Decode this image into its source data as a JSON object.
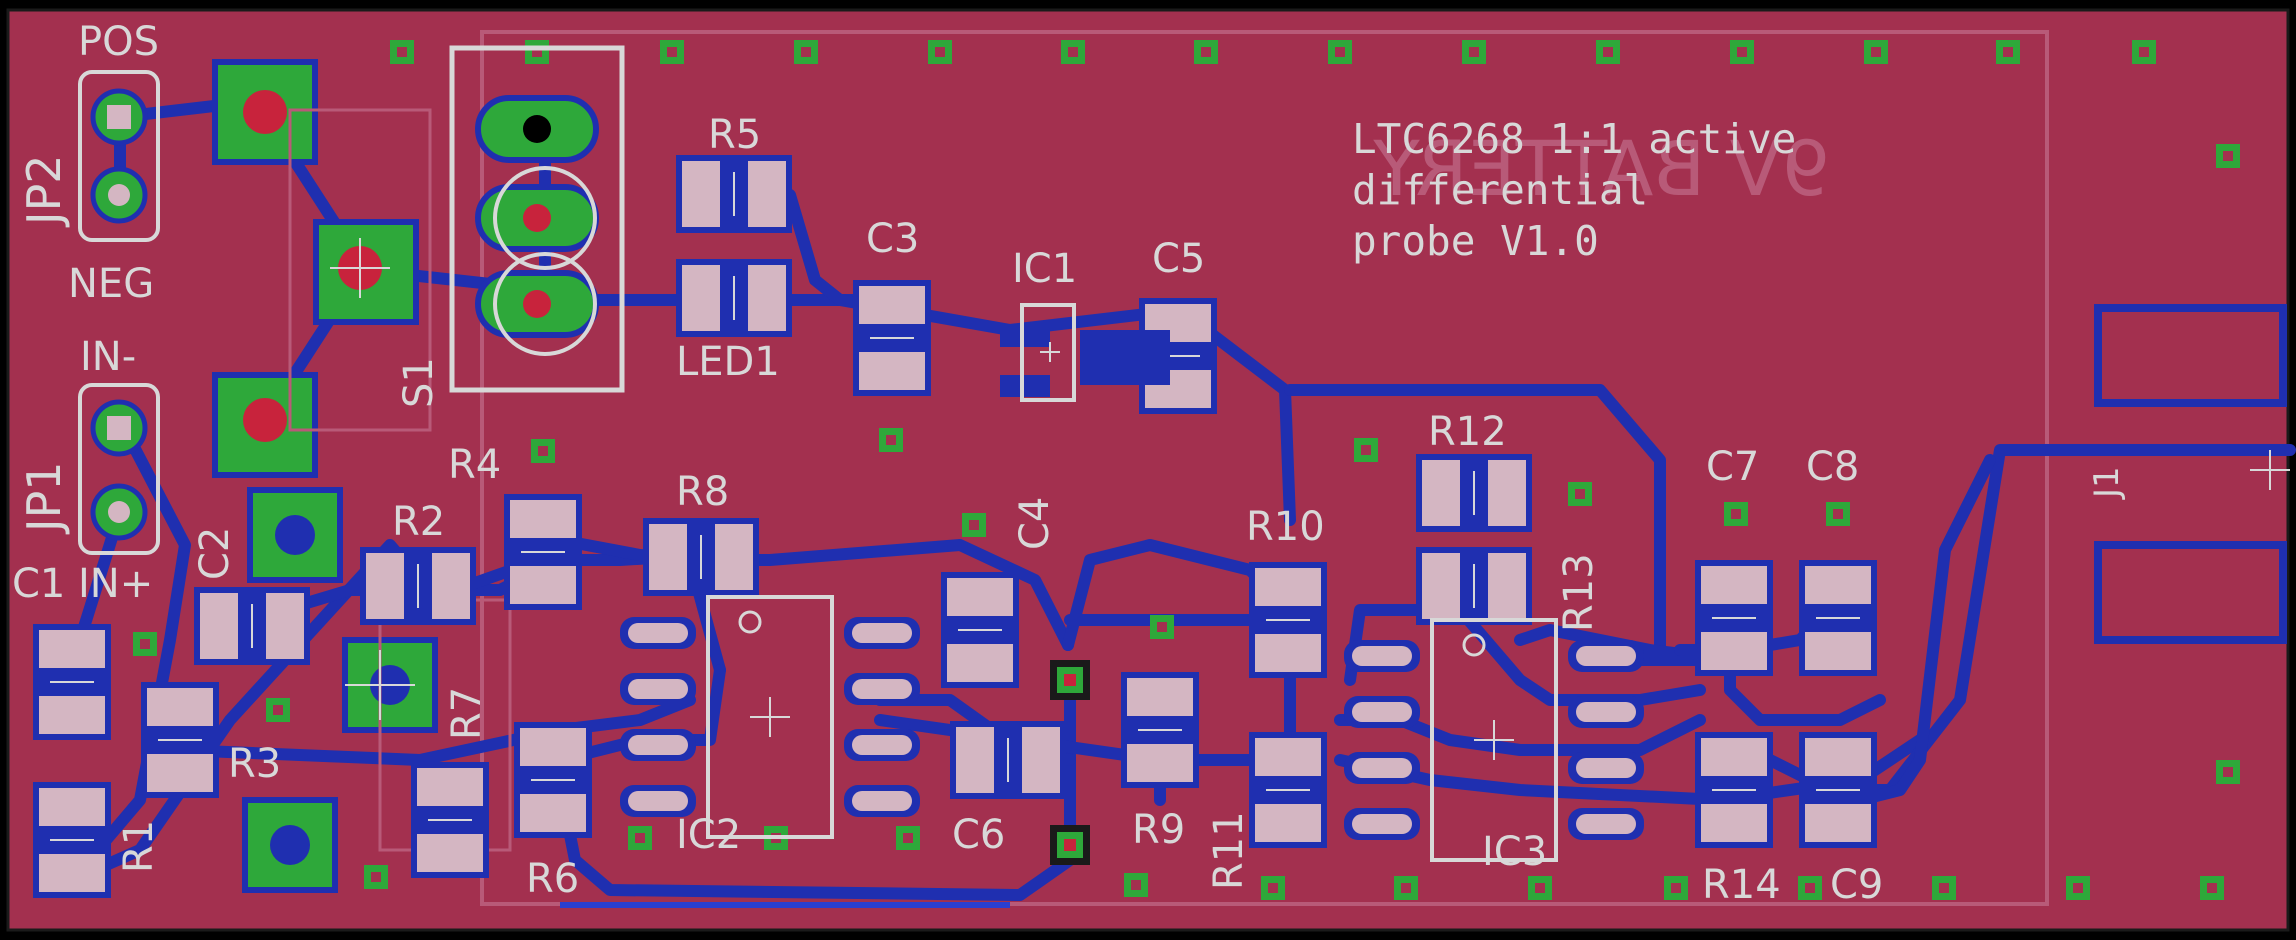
{
  "board": {
    "title_lines": [
      "LTC6268 1:1 active",
      "differential",
      "probe V1.0"
    ],
    "mirrored_text": "9V BATTERY",
    "colors": {
      "background": "#000000",
      "substrate": "#a3304f",
      "copper_top": "#c8233c",
      "copper_bottom": "#1f2fb0",
      "via": "#2ea83a",
      "pad": "#d4b6c2",
      "silkscreen": "#d8d8d8"
    }
  },
  "labels": {
    "pos": "POS",
    "neg": "NEG",
    "in_minus": "IN-",
    "in_plus": "IN+",
    "jp1": "JP1",
    "jp2": "JP2",
    "s1": "S1",
    "r1": "R1",
    "r2": "R2",
    "r3": "R3",
    "r4": "R4",
    "r5": "R5",
    "r6": "R6",
    "r7": "R7",
    "r8": "R8",
    "r9": "R9",
    "r10": "R10",
    "r11": "R11",
    "r12": "R12",
    "r13": "R13",
    "r14": "R14",
    "c1": "C1",
    "c2": "C2",
    "c3": "C3",
    "c4": "C4",
    "c5": "C5",
    "c6": "C6",
    "c7": "C7",
    "c8": "C8",
    "c9": "C9",
    "ic1": "IC1",
    "ic2": "IC2",
    "ic3": "IC3",
    "led1": "LED1",
    "j1": "J1"
  }
}
